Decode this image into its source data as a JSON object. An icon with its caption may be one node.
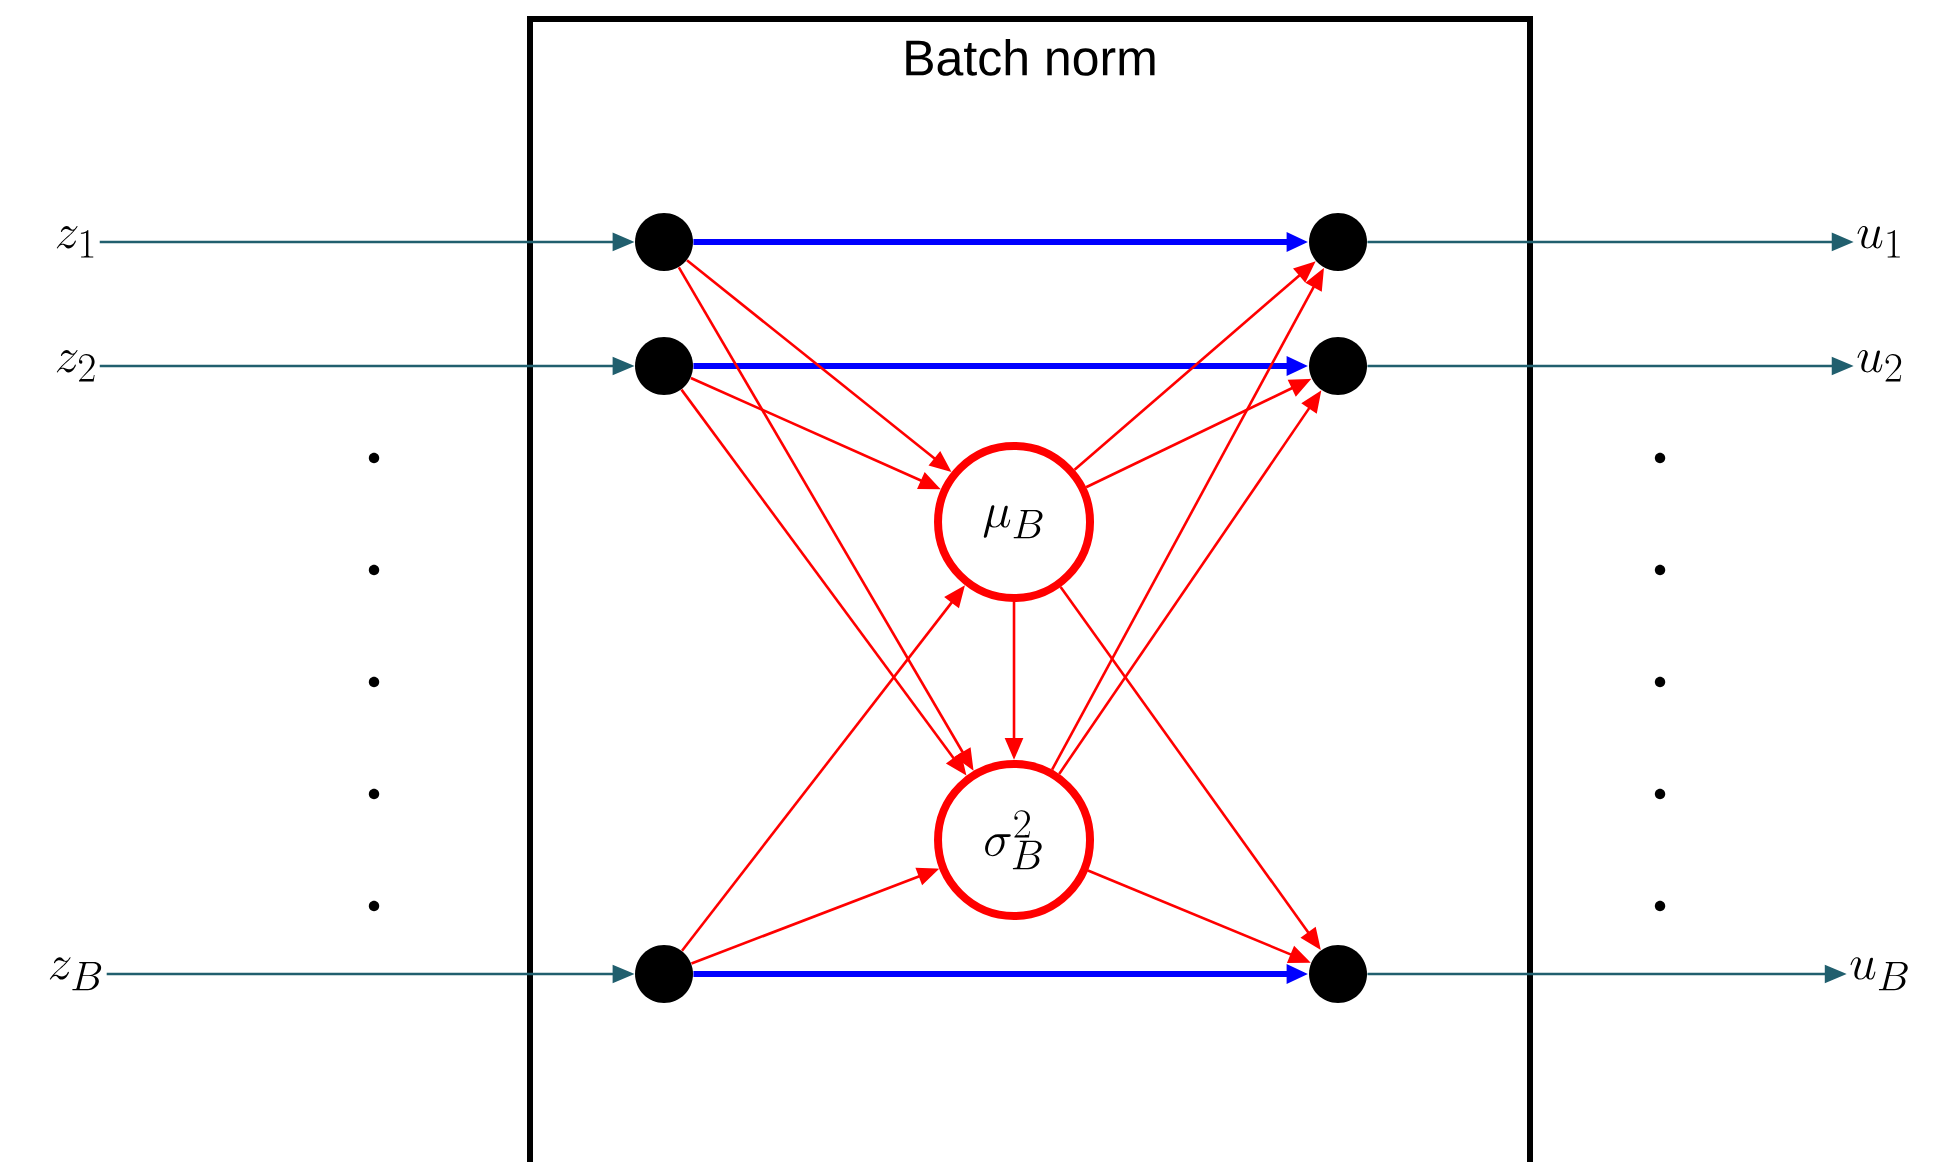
{
  "diagram": {
    "nodes": [
      {
        "text": [
          "Batch norm"
        ]
      },
      {
        "text": [
          "z_{1}"
        ]
      },
      {
        "text": [
          "z_{2}"
        ]
      },
      {
        "text": [
          "z_{B}"
        ]
      },
      {
        "text": [],
        "shape": "circle",
        "in": 0
      },
      {
        "text": [],
        "shape": "circle",
        "in": 0
      },
      {
        "text": [],
        "shape": "circle",
        "in": 0
      },
      {
        "text": [
          "\\mu_{B}"
        ],
        "in": 0
      },
      {
        "text": [
          "\\sigma_{B}^{2}"
        ],
        "in": 0
      },
      {
        "text": [],
        "shape": "circle",
        "in": 0
      },
      {
        "text": [],
        "shape": "circle",
        "in": 0
      },
      {
        "text": [],
        "shape": "circle",
        "in": 0
      },
      {
        "text": [
          "u_{1}"
        ]
      },
      {
        "text": [
          "u_{2}"
        ]
      },
      {
        "text": [
          "u_{B}"
        ]
      }
    ],
    "edges": [
      {
        "from": 1,
        "to": 4,
        "arrow": "to",
        "color": "#215f6e"
      },
      {
        "from": 2,
        "to": 5,
        "arrow": "to",
        "color": "#215f6e"
      },
      {
        "from": 3,
        "to": 6,
        "arrow": "to",
        "color": "#215f6e"
      },
      {
        "from": 4,
        "to": 9,
        "arrow": "to",
        "style": "thick",
        "color": "#0000ff"
      },
      {
        "from": 5,
        "to": 10,
        "arrow": "to",
        "style": "thick",
        "color": "#0000ff"
      },
      {
        "from": 6,
        "to": 11,
        "arrow": "to",
        "style": "thick",
        "color": "#0000ff"
      },
      {
        "from": 4,
        "to": 7,
        "arrow": "to"
      },
      {
        "from": 4,
        "to": 8,
        "arrow": "to"
      },
      {
        "from": 5,
        "to": 7,
        "arrow": "to"
      },
      {
        "from": 5,
        "to": 8,
        "arrow": "to"
      },
      {
        "from": 6,
        "to": 7,
        "arrow": "to"
      },
      {
        "from": 6,
        "to": 8,
        "arrow": "to"
      },
      {
        "from": 7,
        "to": 8,
        "arrow": "to"
      },
      {
        "from": 7,
        "to": 9,
        "arrow": "to"
      },
      {
        "from": 7,
        "to": 10,
        "arrow": "to"
      },
      {
        "from": 7,
        "to": 11,
        "arrow": "to"
      },
      {
        "from": 8,
        "to": 9,
        "arrow": "to"
      },
      {
        "from": 8,
        "to": 10,
        "arrow": "to"
      },
      {
        "from": 8,
        "to": 11,
        "arrow": "to"
      },
      {
        "from": 9,
        "to": 12,
        "arrow": "to",
        "color": "#215f6e"
      },
      {
        "from": 10,
        "to": 13,
        "arrow": "to",
        "color": "#215f6e"
      },
      {
        "from": 11,
        "to": 14,
        "arrow": "to",
        "color": "#215f6e"
      }
    ]
  }
}
